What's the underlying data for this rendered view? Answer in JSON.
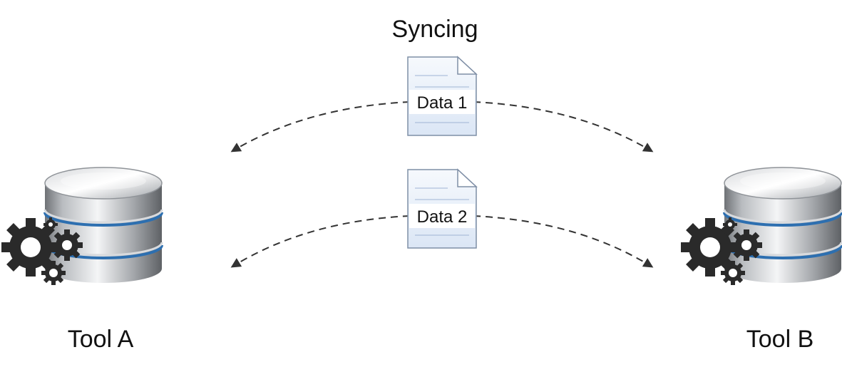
{
  "diagram": {
    "title": "Syncing",
    "tool_left": {
      "label": "Tool A",
      "icon": "database-gears-icon"
    },
    "tool_right": {
      "label": "Tool B",
      "icon": "database-gears-icon"
    },
    "documents": [
      {
        "label": "Data 1",
        "icon": "document-icon"
      },
      {
        "label": "Data 2",
        "icon": "document-icon"
      }
    ],
    "connector_style": "dashed bidirectional arrows",
    "colors": {
      "arrow": "#333333",
      "document_fill": "#e7effa",
      "document_stroke": "#7f8fa6",
      "cylinder_band": "#2d6fb0",
      "gear": "#2a2a2a"
    }
  }
}
